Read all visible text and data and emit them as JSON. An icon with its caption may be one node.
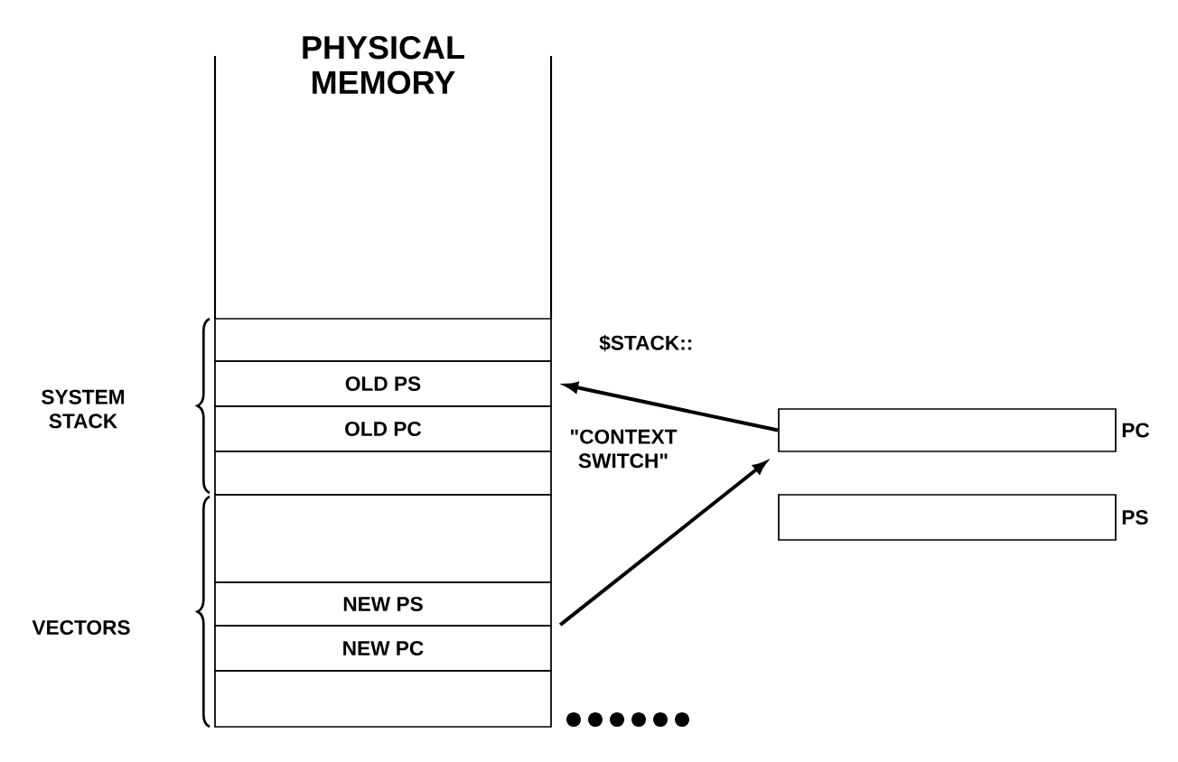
{
  "diagram": {
    "title": "PHYSICAL MEMORY",
    "nodes": [
      {
        "text": [],
        "shape": "box"
      },
      {
        "text": [
          "OLD PS"
        ]
      },
      {
        "text": [
          "OLD PC"
        ]
      },
      {
        "text": [],
        "shape": "box"
      },
      {
        "text": [],
        "shape": "box"
      },
      {
        "text": [
          "NEW PS"
        ]
      },
      {
        "text": [
          "NEW PC"
        ]
      },
      {
        "text": [],
        "shape": "box"
      },
      {
        "text": [],
        "shape": "box",
        "beside": [
          "PC"
        ]
      },
      {
        "text": [],
        "shape": "box",
        "beside": [
          "PS"
        ]
      }
    ],
    "edges": [
      {
        "from": 8,
        "to": 1,
        "arrow": "to"
      },
      {
        "from": 6,
        "to": 8,
        "arrow": "to"
      }
    ],
    "labels": [
      "$STACK::",
      "SYSTEM STACK",
      "\"CONTEXT SWITCH\"",
      "VECTORS"
    ]
  }
}
